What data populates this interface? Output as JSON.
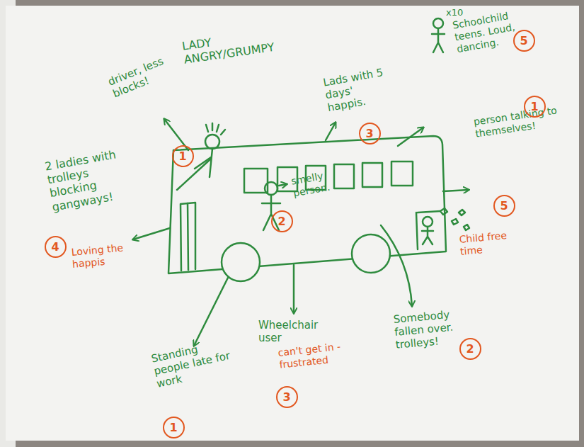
{
  "diagram": {
    "nodes": [
      {
        "text": [
          "5"
        ]
      },
      {
        "text": [
          "1"
        ]
      },
      {
        "text": [
          "3"
        ]
      },
      {
        "text": [
          "1"
        ]
      },
      {
        "text": [
          "5"
        ]
      },
      {
        "text": [
          "2"
        ]
      },
      {
        "text": [
          "4"
        ]
      },
      {
        "text": [
          "2"
        ]
      },
      {
        "text": [
          "3"
        ]
      },
      {
        "text": [
          "1"
        ]
      }
    ],
    "labels": [
      "driver, less blocks!",
      "LADY ANGRY/GRUMPY",
      "Lads with 5 days' happis.",
      "x10",
      "Schoolchild teens. Loud, dancing.",
      "person talking to themselves!",
      "smelly person.",
      "Child free time",
      "2 ladies with trolleys blocking gangways!",
      "Loving the happis",
      "Standing people late for work",
      "Wheelchair user",
      "can't get in - frustrated",
      "Somebody fallen over. trolleys!"
    ]
  }
}
